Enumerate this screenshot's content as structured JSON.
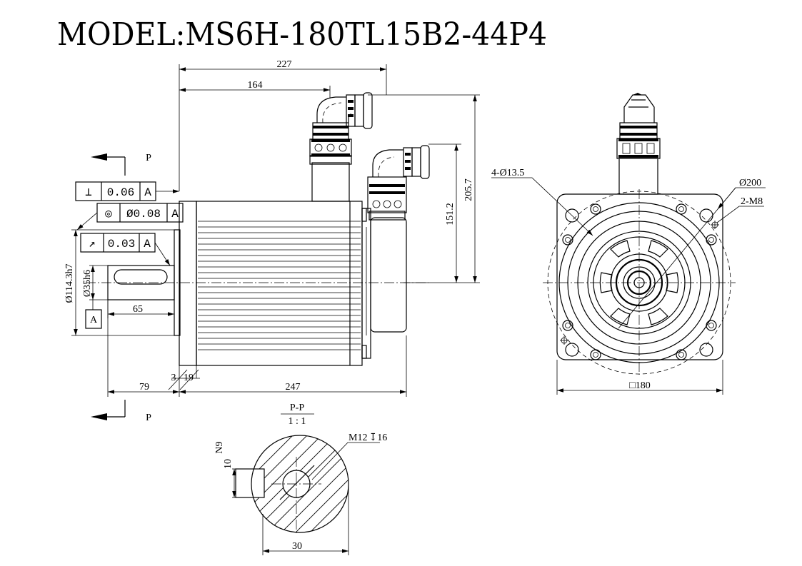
{
  "title": "MODEL:MS6H-180TL15B2-44P4",
  "side_view": {
    "dim_overall": "227",
    "dim_connector": "164",
    "dim_height_total": "205.7",
    "dim_height_axis": "151.2",
    "dim_shaft_length": "65",
    "dim_flange_offset": "79",
    "dim_body": "247",
    "dim_spigot": "3",
    "dim_flange_thk": "19",
    "dim_spigot_dia": "Ø114.3h7",
    "dim_shaft_dia": "Ø35h6",
    "section_marker": "P",
    "datum_label": "A",
    "tolerances": [
      {
        "symbol": "⊥",
        "value": "0.06",
        "datum": "A"
      },
      {
        "symbol": "◎",
        "value": "Ø0.08",
        "datum": "A"
      },
      {
        "symbol": "↗",
        "value": "0.03",
        "datum": "A"
      }
    ]
  },
  "front_view": {
    "holes": "4-Ø13.5",
    "pcd": "Ø200",
    "tapped": "2-M8",
    "flange_size": "□180"
  },
  "section_view": {
    "title": "P-P",
    "scale": "1 : 1",
    "thread": "M12",
    "thread_depth": "16",
    "key_width": "N9",
    "key_depth": "10",
    "shaft_width": "30"
  }
}
